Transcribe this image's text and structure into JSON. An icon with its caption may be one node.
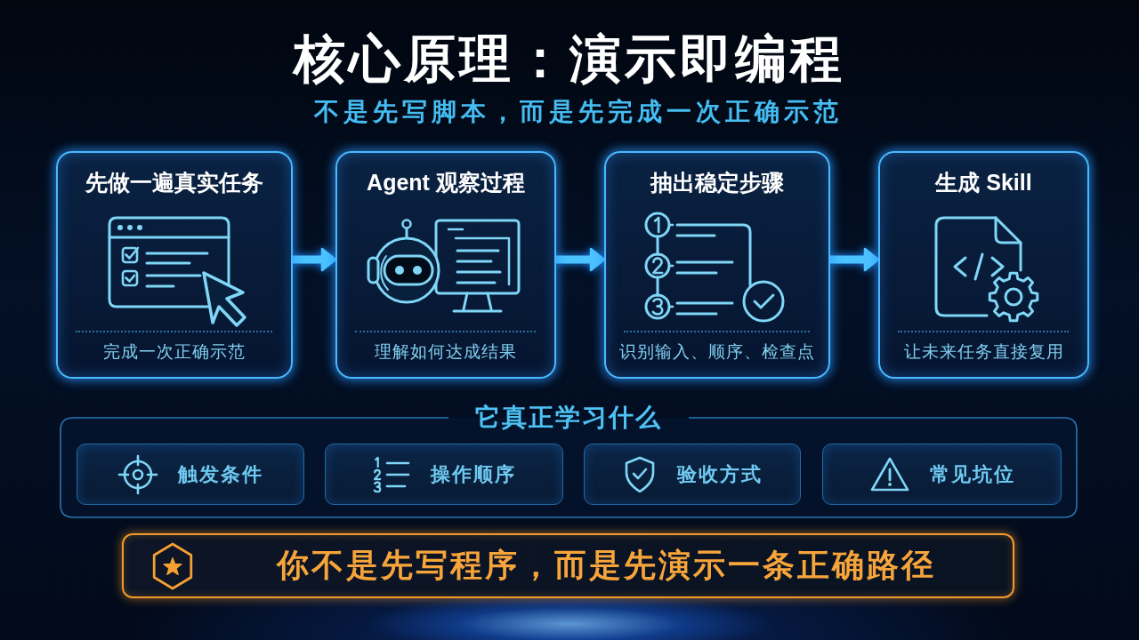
{
  "diagram": {
    "title": "核心原理：演示即编程",
    "nodes": [
      {
        "text": [
          "先做一遍真实任务",
          "完成一次正确示范"
        ]
      },
      {
        "text": [
          "Agent 观察过程",
          "理解如何达成结果"
        ]
      },
      {
        "text": [
          "抽出稳定步骤",
          "识别输入、顺序、检查点"
        ]
      },
      {
        "text": [
          "生成 Skill",
          "让未来任务直接复用"
        ]
      },
      {
        "text": [
          "它真正学习什么"
        ]
      },
      {
        "text": [
          "触发条件"
        ],
        "in": 4
      },
      {
        "text": [
          "操作顺序"
        ],
        "in": 4
      },
      {
        "text": [
          "验收方式"
        ],
        "in": 4
      },
      {
        "text": [
          "常见坑位"
        ],
        "in": 4
      },
      {
        "text": [
          "你不是先写程序，而是先演示一条正确路径"
        ]
      }
    ],
    "edges": [
      {
        "from": 0,
        "to": 1,
        "arrow": "to"
      },
      {
        "from": 1,
        "to": 2,
        "arrow": "to"
      },
      {
        "from": 2,
        "to": 3,
        "arrow": "to"
      }
    ],
    "labels": [
      "不是先写脚本，而是先完成一次正确示范"
    ]
  }
}
